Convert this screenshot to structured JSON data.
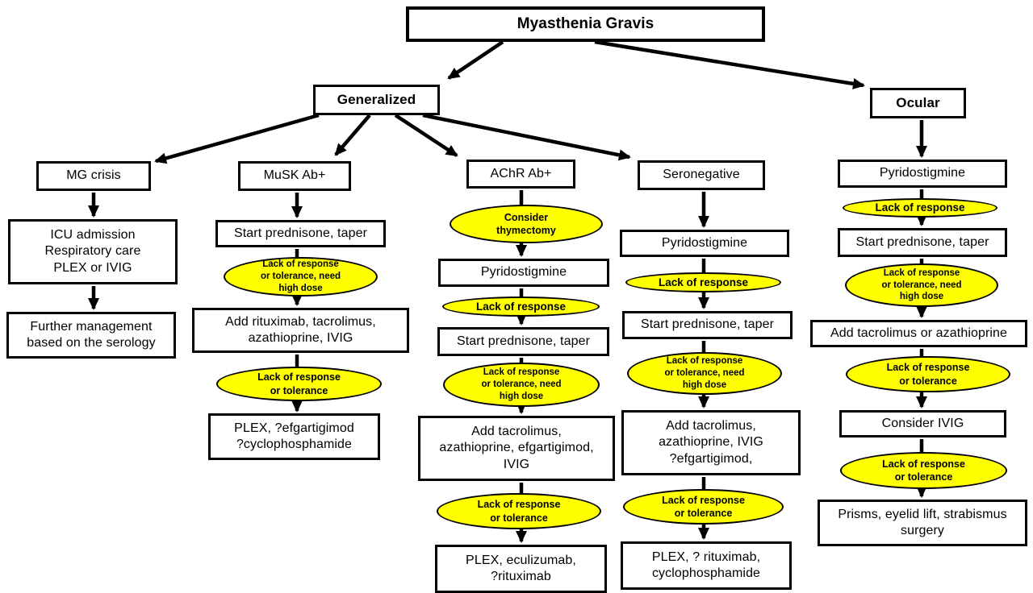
{
  "colors": {
    "background": "#ffffff",
    "box_fill": "#ffffff",
    "box_border": "#000000",
    "decision_fill": "#ffff00",
    "text": "#000000",
    "arrow": "#000000"
  },
  "root": {
    "label": "Myasthenia Gravis"
  },
  "branches": {
    "generalized": {
      "label": "Generalized"
    },
    "ocular": {
      "label": "Ocular"
    }
  },
  "columns": {
    "mg": {
      "header": "MG crisis",
      "steps": [
        {
          "type": "box",
          "lines": [
            "ICU admission",
            "Respiratory care",
            "PLEX or IVIG"
          ]
        },
        {
          "type": "box",
          "lines": [
            "Further management",
            "based on the serology"
          ]
        }
      ]
    },
    "musk": {
      "header": "MuSK Ab+",
      "steps": [
        {
          "type": "box",
          "lines": [
            "Start prednisone, taper"
          ]
        },
        {
          "type": "ellipse",
          "lines": [
            "Lack of  response",
            "or tolerance, need",
            "high dose"
          ]
        },
        {
          "type": "box",
          "lines": [
            "Add rituximab, tacrolimus,",
            "azathioprine, IVIG"
          ]
        },
        {
          "type": "ellipse",
          "lines": [
            "Lack of  response",
            "or tolerance"
          ]
        },
        {
          "type": "box",
          "lines": [
            "PLEX, ?efgartigimod",
            "?cyclophosphamide"
          ]
        }
      ]
    },
    "achr": {
      "header": "AChR Ab+",
      "steps": [
        {
          "type": "ellipse",
          "lines": [
            "Consider",
            "thymectomy"
          ]
        },
        {
          "type": "box",
          "lines": [
            "Pyridostigmine"
          ]
        },
        {
          "type": "ellipse",
          "lines": [
            "Lack of  response"
          ]
        },
        {
          "type": "box",
          "lines": [
            "Start prednisone, taper"
          ]
        },
        {
          "type": "ellipse",
          "lines": [
            "Lack of  response",
            "or tolerance, need",
            "high dose"
          ]
        },
        {
          "type": "box",
          "lines": [
            "Add tacrolimus,",
            "azathioprine, efgartigimod,",
            "IVIG"
          ]
        },
        {
          "type": "ellipse",
          "lines": [
            "Lack of  response",
            "or tolerance"
          ]
        },
        {
          "type": "box",
          "lines": [
            "PLEX, eculizumab,",
            "?rituximab"
          ]
        }
      ]
    },
    "sero": {
      "header": "Seronegative",
      "steps": [
        {
          "type": "box",
          "lines": [
            "Pyridostigmine"
          ]
        },
        {
          "type": "ellipse",
          "lines": [
            "Lack of  response"
          ]
        },
        {
          "type": "box",
          "lines": [
            "Start prednisone, taper"
          ]
        },
        {
          "type": "ellipse",
          "lines": [
            "Lack of  response",
            "or tolerance, need",
            "high dose"
          ]
        },
        {
          "type": "box",
          "lines": [
            "Add tacrolimus,",
            "azathioprine, IVIG",
            "?efgartigimod,"
          ]
        },
        {
          "type": "ellipse",
          "lines": [
            "Lack of  response",
            "or tolerance"
          ]
        },
        {
          "type": "box",
          "lines": [
            "PLEX, ? rituximab,",
            "cyclophosphamide"
          ]
        }
      ]
    },
    "ocular": {
      "steps": [
        {
          "type": "box",
          "lines": [
            "Pyridostigmine"
          ]
        },
        {
          "type": "ellipse",
          "lines": [
            "Lack of  response"
          ]
        },
        {
          "type": "box",
          "lines": [
            "Start prednisone, taper"
          ]
        },
        {
          "type": "ellipse",
          "lines": [
            "Lack of  response",
            "or tolerance, need",
            "high dose"
          ]
        },
        {
          "type": "box",
          "lines": [
            "Add tacrolimus or azathioprine"
          ]
        },
        {
          "type": "ellipse",
          "lines": [
            "Lack of  response",
            "or tolerance"
          ]
        },
        {
          "type": "box",
          "lines": [
            "Consider IVIG"
          ]
        },
        {
          "type": "ellipse",
          "lines": [
            "Lack of  response",
            "or tolerance"
          ]
        },
        {
          "type": "box",
          "lines": [
            "Prisms, eyelid lift, strabismus",
            "surgery"
          ]
        }
      ]
    }
  }
}
